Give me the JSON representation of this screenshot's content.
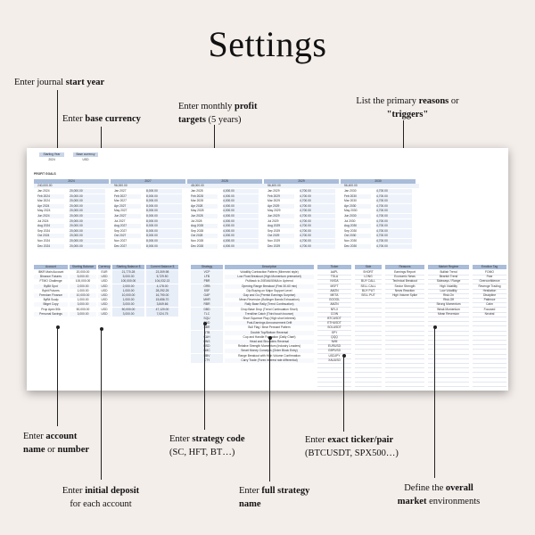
{
  "title": "Settings",
  "annotations": {
    "start_year": {
      "pre": "Enter journal ",
      "bold": "start year",
      "post": ""
    },
    "base_currency": {
      "pre": "Enter ",
      "bold": "base currency",
      "post": ""
    },
    "profit_targets": {
      "l1_pre": "Enter monthly ",
      "l1_bold": "profit",
      "l2_bold": "targets",
      "l2_post": " (5 years)"
    },
    "reasons": {
      "l1": "List the primary ",
      "l1_bold": "reasons",
      "l1_post": " or",
      "l2_bold": "\"triggers\""
    },
    "account_name": {
      "l1_pre": "Enter ",
      "l1_bold": "account",
      "l2_bold": "name",
      "l2_mid": " or ",
      "l2_bold2": "number"
    },
    "strategy_code": {
      "l1_pre": "Enter ",
      "l1_bold": "strategy code",
      "l2": "(SC, HFT, BT…)"
    },
    "ticker": {
      "l1_pre": "Enter ",
      "l1_bold": "exact ticker/pair",
      "l2": "(BTCUSDT, SPX500…)"
    },
    "initial_deposit": {
      "l1_pre": "Enter ",
      "l1_bold": "initial deposit",
      "l2": "for each account"
    },
    "strategy_name": {
      "l1_pre": "Enter ",
      "l1_bold": "full strategy",
      "l2_bold": "name"
    },
    "market_env": {
      "l1_pre": "Define the ",
      "l1_bold": "overall",
      "l2_bold": "market",
      "l2_post": " environments"
    }
  },
  "sheet": {
    "start_year_label": "Starting Year",
    "base_currency_label": "Base currency",
    "start_year_value": "2024",
    "base_currency_value": "USD",
    "profit_goals_label": "PROFIT GOALS",
    "years": [
      {
        "year": "2024",
        "total": "240,000.00"
      },
      {
        "year": "2027",
        "total": "96,000.00"
      },
      {
        "year": "2028",
        "total": "48,000.00"
      },
      {
        "year": "2029",
        "total": "56,400.00"
      },
      {
        "year": "2030",
        "total": "56,400.00"
      }
    ],
    "months": [
      "Jan",
      "Feb",
      "Mar",
      "Apr",
      "May",
      "Jun",
      "Jul",
      "Aug",
      "Sep",
      "Oct",
      "Nov",
      "Dec"
    ],
    "monthly_values": [
      "20,000.00",
      "8,000.00",
      "4,000.00",
      "4,700.00",
      "4,700.00"
    ],
    "month_years": [
      "2024",
      "2027",
      "2028",
      "2029",
      "2030"
    ],
    "accounts_headers": [
      "Account",
      "Starting Balance",
      "Currency",
      "Starting Balance $",
      "Current Balance $"
    ],
    "accounts": [
      [
        "IBKR Main Account",
        "20,000.00",
        "EUR",
        "21,770.28",
        "23,309.98"
      ],
      [
        "Binance Futures",
        "5,000.00",
        "USD",
        "5,000.00",
        "5,729.50"
      ],
      [
        "FTMO Challenge",
        "100,000.00",
        "USD",
        "100,000.00",
        "104,032.13"
      ],
      [
        "ByBit Spot",
        "2,000.00",
        "USD",
        "2,000.00",
        "4,178.00"
      ],
      [
        "Bybit Futures",
        "1,000.00",
        "USD",
        "1,000.00",
        "28,292.25"
      ],
      [
        "Freedom Finance",
        "10,000.00",
        "USD",
        "10,000.00",
        "16,790.00"
      ],
      [
        "ByBit Scalp",
        "1,000.00",
        "USD",
        "1,000.00",
        "15,656.70"
      ],
      [
        "Bitget Copy",
        "3,000.00",
        "USD",
        "3,000.00",
        "3,849.66"
      ],
      [
        "Prop Apex 50k",
        "50,000.00",
        "USD",
        "50,000.00",
        "47,120.00"
      ],
      [
        "Personal Savings",
        "3,000.00",
        "USD",
        "3,000.00",
        "7,024.75"
      ]
    ],
    "strategy_headers": [
      "Strategy",
      "Description"
    ],
    "strategies": [
      [
        "VCP",
        "Volatility Contraction Pattern (Minervini style)"
      ],
      [
        "LFB",
        "Low Float Breakout (High Momentum premarket)"
      ],
      [
        "PBR",
        "Pullback to 20EMA/50MA in Uptrend"
      ],
      [
        "ORB",
        "Opening Range Breakout (First 30-60 min)"
      ],
      [
        "SSF",
        "Dip Buying on Major Support Level"
      ],
      [
        "GAP",
        "Gap and Go (Premkt Earnings Surprise)"
      ],
      [
        "MHR",
        "Mean Reversion (Bollinger Bands Exhaustion)"
      ],
      [
        "RBR",
        "Rally Base Rally (Trend Continuation)"
      ],
      [
        "DBD",
        "Drop Base Drop (Trend Continuation Short)"
      ],
      [
        "TLC",
        "Trendline Catch (Third touch bounce)"
      ],
      [
        "SQU",
        "Short Squeeze Play (High short interest)"
      ],
      [
        "EAD",
        "Post-Earnings Announcement Drift"
      ],
      [
        "BBR",
        "Bull Flag / Bear Pennant Pattern"
      ],
      [
        "DTB",
        "Double Top/Bottom Reversal"
      ],
      [
        "CAH",
        "Cup and Handle Formation (Daily Chart)"
      ],
      [
        "HNS",
        "Head and Shoulders Reversal"
      ],
      [
        "RSD",
        "Relative Strength Momentum (Industry Leaders)"
      ],
      [
        "SMC",
        "Smart Money Concepts (Order Block Entry)"
      ],
      [
        "RBV",
        "Range Breakout with High Volume Confirmation"
      ],
      [
        "CTY",
        "Carry Trade (Forex interest rate differential)"
      ]
    ],
    "ticker_header": "Ticker",
    "tickers": [
      "AAPL",
      "TSLA",
      "NVDA",
      "MSFT",
      "AMZN",
      "META",
      "GOOGL",
      "AMZN",
      "NFLX",
      "COIN",
      "BTCUSDT",
      "ETHUSDT",
      "SOLUSDT",
      "SPY",
      "QQQ",
      "IWM",
      "EURUSD",
      "GBPUSD",
      "USDJPY",
      "XAUUSD"
    ],
    "side_header": "Side",
    "sides": [
      "SHORT",
      "LONG",
      "BUY CALL",
      "SELL CALL",
      "BUY PUT",
      "SELL PUT"
    ],
    "reasons_header": "Reasons",
    "reasons": [
      "Earnings Report",
      "Economic News",
      "Technical Breakout",
      "Sector Strength",
      "News Reaction",
      "High Volume Spike"
    ],
    "regime_header": "Market Regime",
    "regimes": [
      "Bullish Trend",
      "Bearish Trend",
      "Sideways / Range",
      "High Volatility",
      "Low Volatility",
      "Risk-On",
      "Risk-Off",
      "Strong Momentum",
      "Weak Momentum",
      "Mean Reversion"
    ],
    "emotion_header": "Emotion Tag",
    "emotions": [
      "FOMO",
      "Fear",
      "Overconfidence",
      "Revenge Trading",
      "Hesitation",
      "Discipline",
      "Patience",
      "Calm",
      "Focused",
      "Neutral"
    ]
  }
}
